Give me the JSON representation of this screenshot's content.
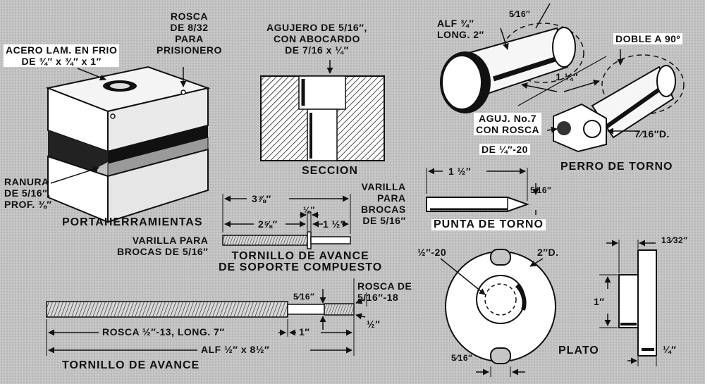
{
  "portaherramientas": {
    "acero": "ACERO LAM. EN FRIO\nDE ¾″ x ¾″ x 1″",
    "rosca": "ROSCA\nDE 8/32\nPARA\nPRISIONERO",
    "ranura": "RANURA\nDE 5/16″,\nPROF. ⅜″",
    "title": "PORTAHERRAMIENTAS"
  },
  "seccion": {
    "agujero": "AGUJERO DE 5/16″,\nCON ABOCARDO\nDE 7/16 x ¼″",
    "title": "SECCION"
  },
  "perro": {
    "alf": "ALF ¾″\nLONG. 2″",
    "dim_top": "5⁄16″",
    "doble": "DOBLE A 90º",
    "dim_114": "1 ¼″",
    "aguj": "AGUJ. No.7\nCON ROSCA",
    "de14": "DE ¼″-20",
    "d716": "7⁄16″D.",
    "title": "PERRO DE TORNO"
  },
  "punta": {
    "dim_112": "1 ½″",
    "varilla": "VARILLA\nPARA\nBROCAS\nDE 5/16″",
    "dim_516": "5⁄16″",
    "title": "PUNTA DE TORNO"
  },
  "tornillo_soporte": {
    "dim_378": "3⅞″",
    "dim_18": "⅛″",
    "dim_258": "2⅝″",
    "dim_112": "1 ½″",
    "varilla": "VARILLA PARA\nBROCAS DE 5/16″",
    "title": "TORNILLO DE AVANCE\nDE SOPORTE COMPUESTO"
  },
  "plato": {
    "dim_1220": "½″-20",
    "dim_2d": "2″D.",
    "dim_1332": "13⁄32″",
    "dim_1": "1″",
    "dim_516": "5⁄16″",
    "dim_14": "¼″",
    "title": "PLATO"
  },
  "tornillo_avance": {
    "rosca_516": "ROSCA DE\n5/16″-18",
    "dim_516": "5⁄16″",
    "dim_12": "½″",
    "rosca_12": "ROSCA ½″-13, LONG. 7″",
    "dim_1": "1″",
    "alf": "ALF ½″ x 8½″",
    "title": "TORNILLO DE AVANCE"
  }
}
